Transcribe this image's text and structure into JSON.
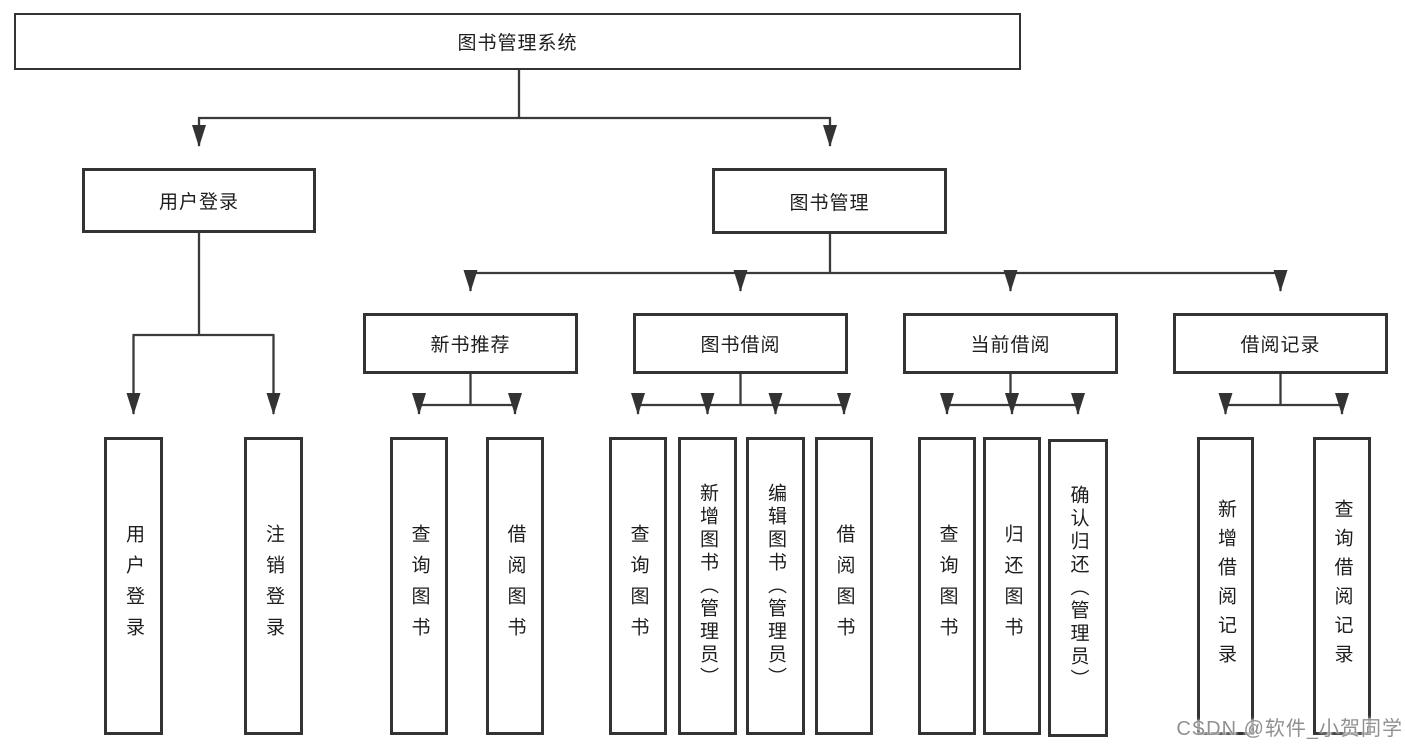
{
  "diagram_type": "hierarchy-tree",
  "tree": {
    "label": "图书管理系统",
    "children": [
      {
        "label": "用户登录",
        "children": [
          {
            "label": "用户登录"
          },
          {
            "label": "注销登录"
          }
        ]
      },
      {
        "label": "图书管理",
        "children": [
          {
            "label": "新书推荐",
            "children": [
              {
                "label": "查询图书"
              },
              {
                "label": "借阅图书"
              }
            ]
          },
          {
            "label": "图书借阅",
            "children": [
              {
                "label": "查询图书"
              },
              {
                "label": "新增图书（管理员）"
              },
              {
                "label": "编辑图书（管理员）"
              },
              {
                "label": "借阅图书"
              }
            ]
          },
          {
            "label": "当前借阅",
            "children": [
              {
                "label": "查询图书"
              },
              {
                "label": "归还图书"
              },
              {
                "label": "确认归还（管理员）"
              }
            ]
          },
          {
            "label": "借阅记录",
            "children": [
              {
                "label": "新增借阅记录"
              },
              {
                "label": "查询借阅记录"
              }
            ]
          }
        ]
      }
    ]
  },
  "watermark": {
    "text": "CSDN @软件_小贺同学"
  },
  "colors": {
    "background": "#ffffff",
    "box_border": "#333333",
    "line": "#3a3a3a",
    "text": "#1d1d1d",
    "watermark": "#919191"
  }
}
